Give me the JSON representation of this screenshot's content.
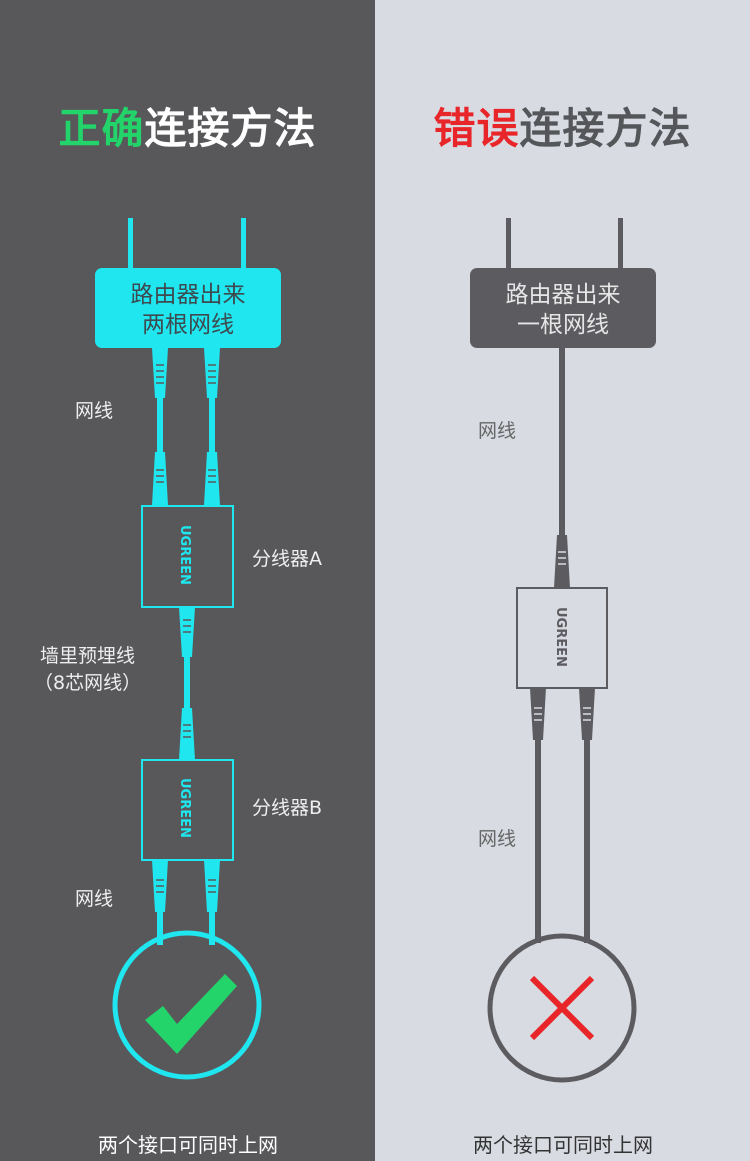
{
  "left": {
    "title_highlight": "正确",
    "title_rest": "连接方法",
    "router_line1": "路由器出来",
    "router_line2": "两根网线",
    "cable_label_top": "网线",
    "splitter_a": "分线器A",
    "wall_line1": "墙里预埋线",
    "wall_line2": "（8芯网线）",
    "splitter_b": "分线器B",
    "cable_label_bottom": "网线",
    "brand": "UGREEN",
    "result": "两个接口可同时上网"
  },
  "right": {
    "title_highlight": "错误",
    "title_rest": "连接方法",
    "router_line1": "路由器出来",
    "router_line2": "一根网线",
    "cable_label_top": "网线",
    "cable_label_bottom": "网线",
    "brand": "UGREEN",
    "result": "两个接口可同时上网"
  },
  "colors": {
    "correct": "#22d46a",
    "wrong": "#e8262a",
    "cyan": "#1fe6ef",
    "gray": "#5c5c60"
  }
}
